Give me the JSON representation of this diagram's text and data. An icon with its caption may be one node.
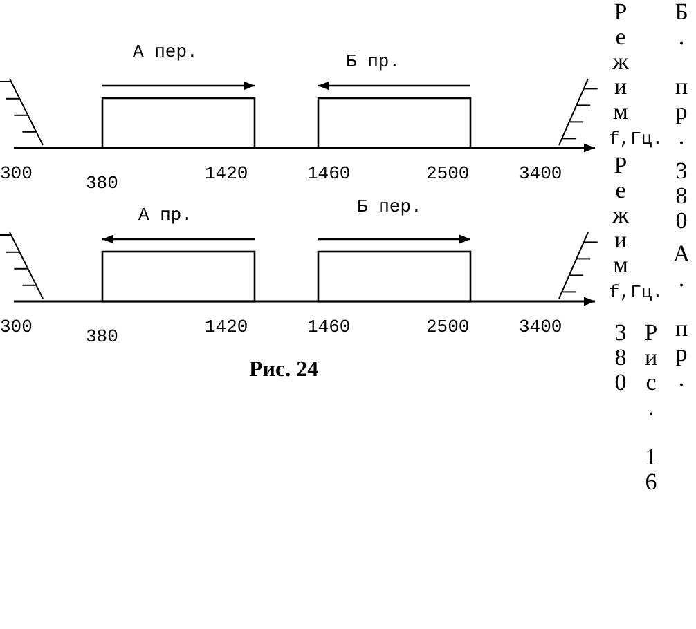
{
  "diagram": {
    "caption": "Рис. 24",
    "nodes": [
      {
        "text": [],
        "shape": "box"
      },
      {
        "text": [],
        "shape": "box"
      },
      {
        "text": [],
        "shape": "box"
      },
      {
        "text": [],
        "shape": "box"
      }
    ],
    "labels": [
      "А пер.",
      "Б пр.",
      "Режим",
      "Б. пр.",
      "f,Гц.",
      "300",
      "380",
      "1420",
      "1460",
      "2500",
      "3400",
      "380",
      "А. пр.",
      "А пр.",
      "Б пер.",
      "Режим",
      "f,Гц.",
      "300",
      "380",
      "1420",
      "1460",
      "2500",
      "3400",
      "380",
      "Рис. 16"
    ]
  }
}
